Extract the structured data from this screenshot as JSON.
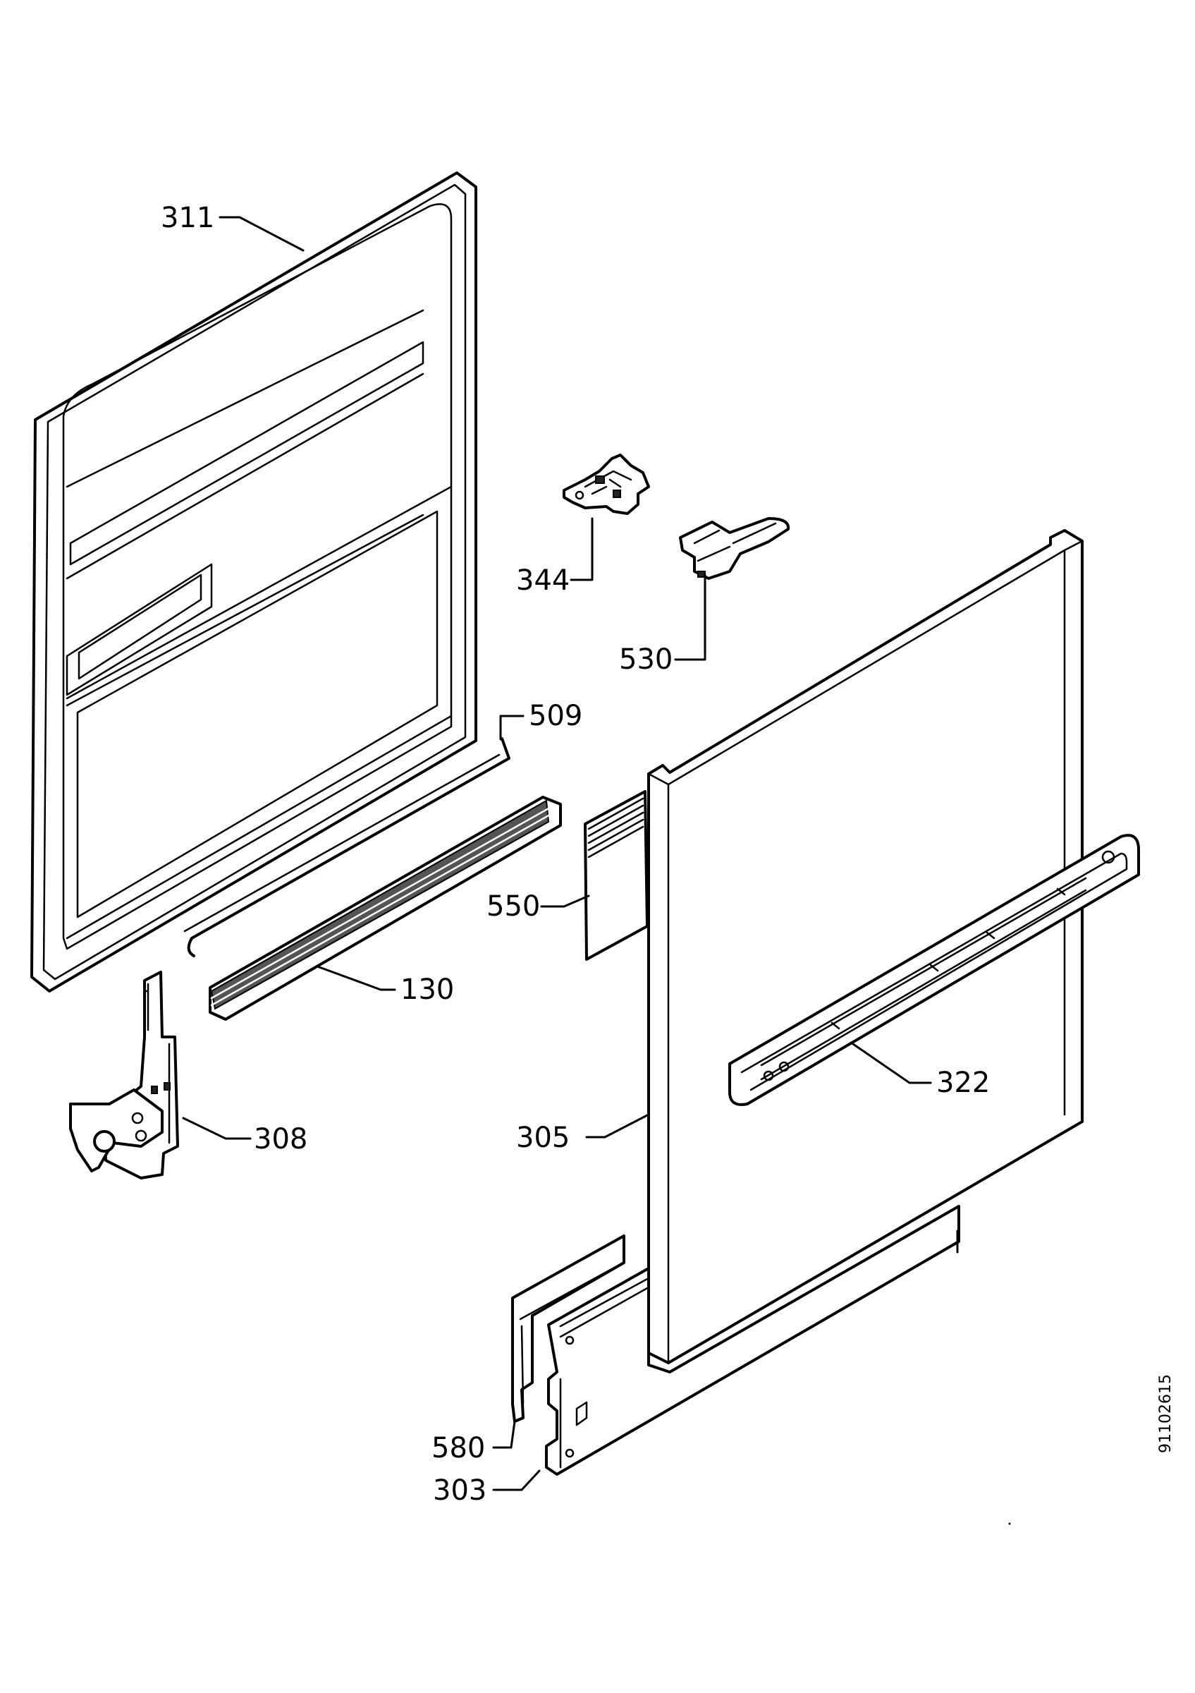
{
  "labels": {
    "l311": "311",
    "l344": "344",
    "l530": "530",
    "l509": "509",
    "l550": "550",
    "l130": "130",
    "l322": "322",
    "l308": "308",
    "l305": "305",
    "l580": "580",
    "l303": "303"
  },
  "document_id": "91102615"
}
